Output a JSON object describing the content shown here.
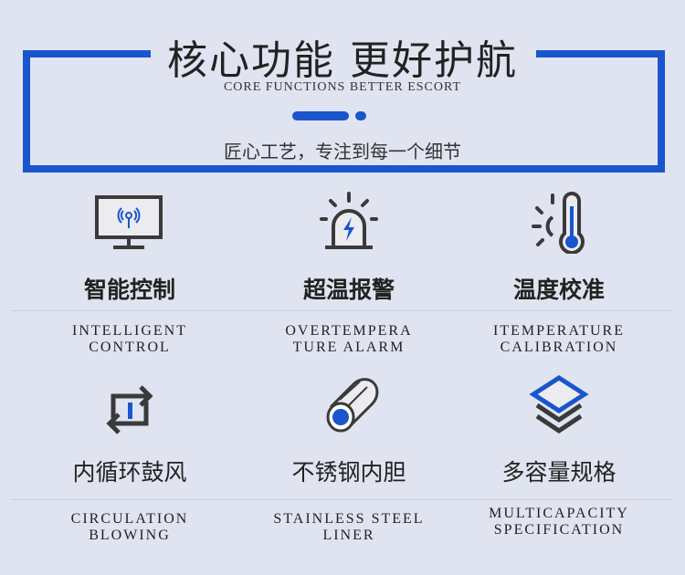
{
  "header": {
    "title": "核心功能 更好护航",
    "subtitle": "CORE FUNCTIONS BETTER ESCORT",
    "slogan": "匠心工艺，专注到每一个细节"
  },
  "colors": {
    "accent": "#1a55cc",
    "background": "#e0e4f0"
  },
  "features": [
    {
      "icon": "monitor-signal-icon",
      "zh": "智能控制",
      "en1": "INTELLIGENT",
      "en2": "CONTROL"
    },
    {
      "icon": "alarm-light-icon",
      "zh": "超温报警",
      "en1": "OVERTEMPERA",
      "en2": "TURE ALARM"
    },
    {
      "icon": "thermometer-sun-icon",
      "zh": "温度校准",
      "en1": "ITEMPERATURE",
      "en2": "CALIBRATION"
    },
    {
      "icon": "circulation-arrows-icon",
      "zh": "内循环鼓风",
      "en1": "CIRCULATION",
      "en2": "BLOWING"
    },
    {
      "icon": "steel-tube-icon",
      "zh": "不锈钢内胆",
      "en1": "STAINLESS STEEL",
      "en2": "LINER"
    },
    {
      "icon": "layers-icon",
      "zh": "多容量规格",
      "en1": "MULTICAPACITY",
      "en2": "SPECIFICATION"
    }
  ]
}
